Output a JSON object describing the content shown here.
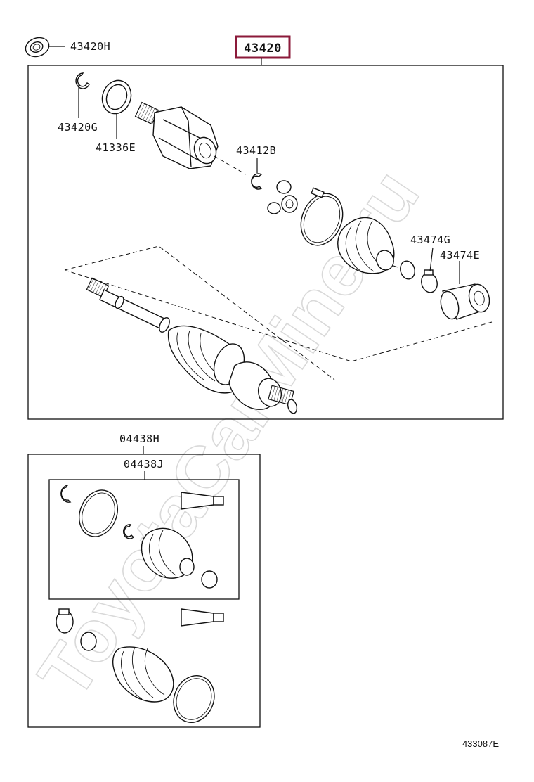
{
  "diagram": {
    "main_assembly": {
      "part_number": "43420",
      "highlight_color": "#8b1a3a"
    },
    "parts": [
      {
        "id": "oil-seal",
        "part_number": "43420H"
      },
      {
        "id": "snap-ring-outer",
        "part_number": "43420G"
      },
      {
        "id": "dust-seal",
        "part_number": "41336E"
      },
      {
        "id": "snap-ring-inner",
        "part_number": "43412B"
      },
      {
        "id": "boot-clamp",
        "part_number": "43474G"
      },
      {
        "id": "dynamic-damper",
        "part_number": "43474E"
      }
    ],
    "boot_kits": [
      {
        "id": "outer-boot-kit",
        "part_number": "04438H"
      },
      {
        "id": "inner-boot-kit",
        "part_number": "04438J"
      }
    ],
    "figure_reference": "433087E",
    "watermark": "ToyotaCarMine.ru"
  }
}
